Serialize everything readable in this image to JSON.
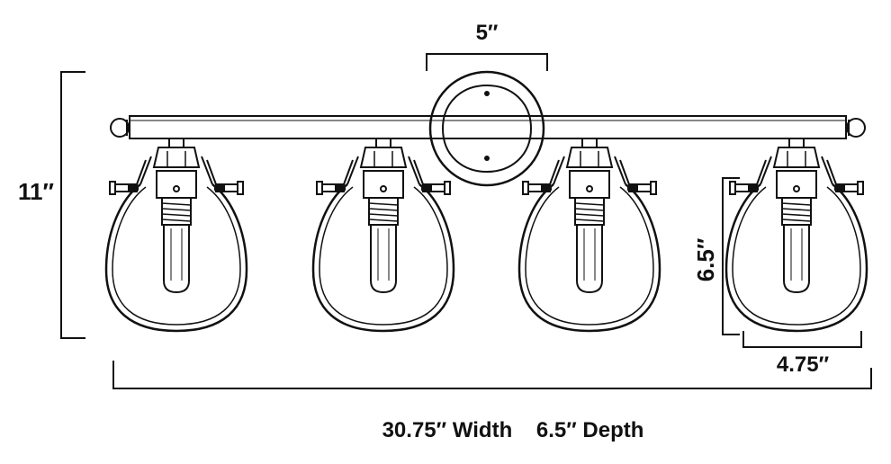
{
  "labels": {
    "top_width": "5″",
    "height": "11″",
    "shade_height": "6.5″",
    "shade_width": "4.75″",
    "footer": "30.75″ Width    6.5″ Depth"
  },
  "shades": {
    "count": 4
  },
  "colors": {
    "line": "#111111",
    "background": "#ffffff"
  }
}
